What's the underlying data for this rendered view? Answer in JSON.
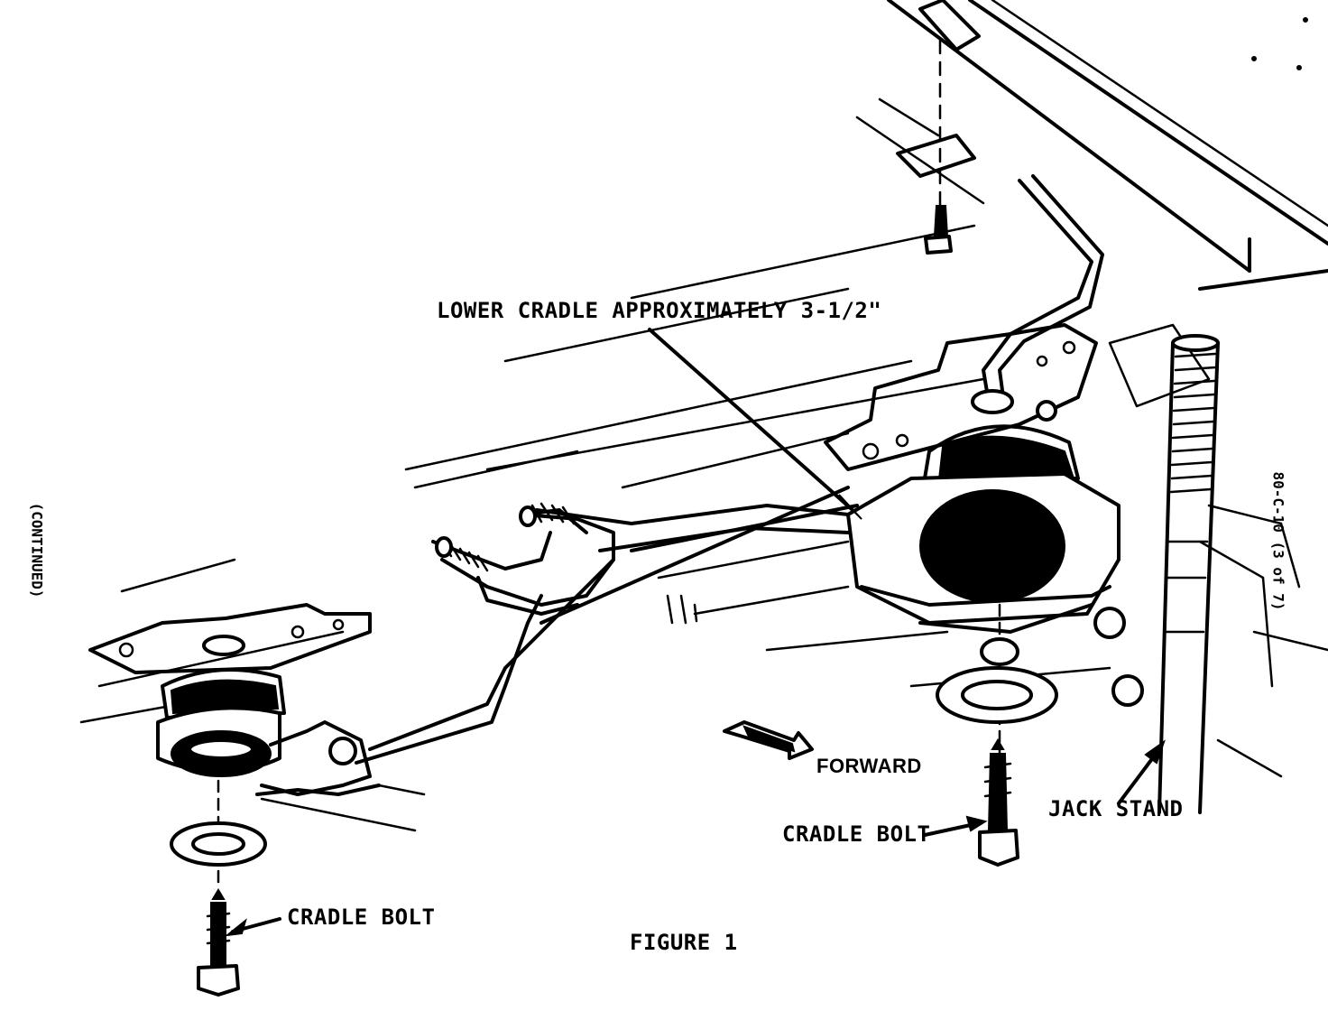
{
  "labels": {
    "lower_cradle": "LOWER CRADLE APPROXIMATELY 3-1/2\"",
    "forward": "FORWARD",
    "cradle_bolt_left": "CRADLE BOLT",
    "cradle_bolt_right": "CRADLE BOLT",
    "jack_stand": "JACK STAND",
    "figure": "FIGURE 1",
    "continued": "(CONTINUED)",
    "figure_code": "80-C-10 (3 of 7)"
  }
}
